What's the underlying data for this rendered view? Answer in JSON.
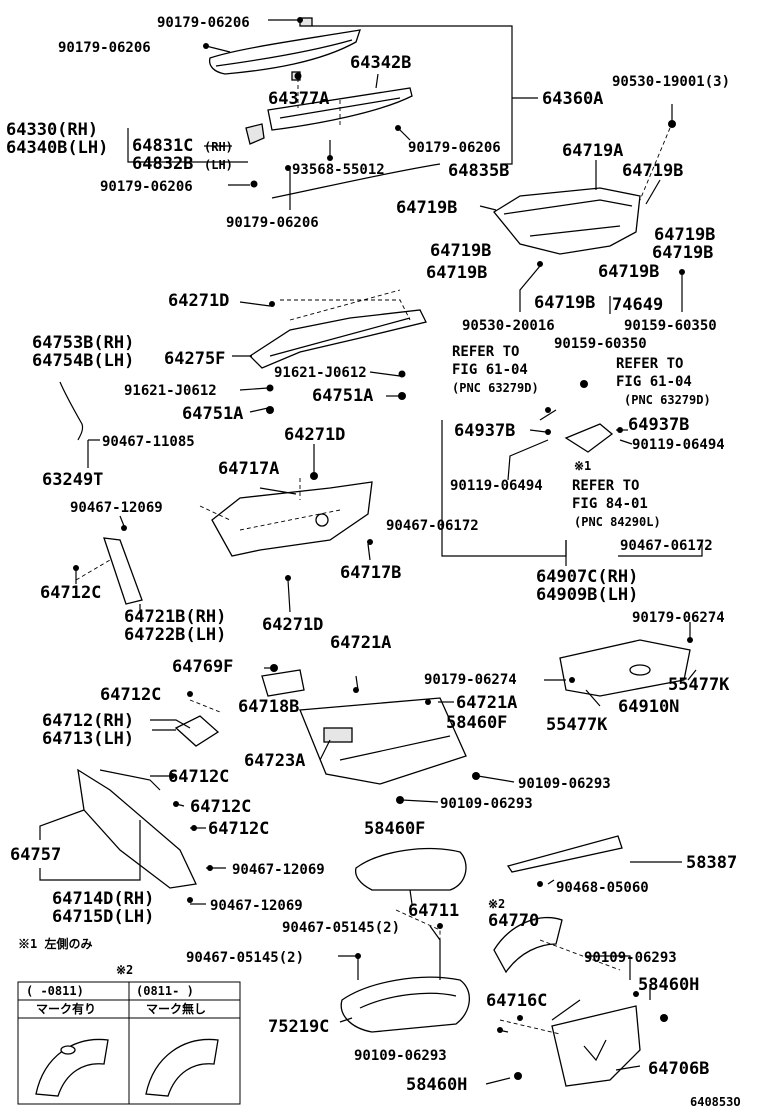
{
  "labels": {
    "l1": "90179-06206",
    "l2": "90179-06206",
    "l3": "64342B",
    "l4": "64377A",
    "l5": "64360A",
    "l6": "90530-19001(3)",
    "l7": "64330(RH)",
    "l8": "64340B(LH)",
    "l9": "64831C",
    "l9a": "(RH)",
    "l10": "64832B",
    "l10a": "(LH)",
    "l11": "90179-06206",
    "l12": "93568-55012",
    "l13": "64835B",
    "l14": "90179-06206",
    "l15": "90179-06206",
    "l16": "64719A",
    "l17": "64719B",
    "l18": "64719B",
    "l19": "64719B",
    "l20": "64719B",
    "l21": "64719B",
    "l22": "64719B",
    "l23": "64719B",
    "l24": "64719B",
    "l25": "74649",
    "l26": "90530-20016",
    "l27": "90159-60350",
    "l28": "90159-60350",
    "l29": "64271D",
    "l30": "64275F",
    "l31": "91621-J0612",
    "l32": "91621-J0612",
    "l33": "64751A",
    "l34": "64751A",
    "l35": "64753B(RH)",
    "l36": "64754B(LH)",
    "l37": "90467-11085",
    "l38": "63249T",
    "l39a": "REFER TO",
    "l39b": "FIG 61-04",
    "l39c": "(PNC 63279D)",
    "l40a": "REFER TO",
    "l40b": "FIG 61-04",
    "l40c": "(PNC 63279D)",
    "l41": "64937B",
    "l42": "64937B",
    "l43": "90119-06494",
    "l44": "90119-06494",
    "l45": "64271D",
    "l46": "64717A",
    "l47": "90467-12069",
    "l48": "90467-06172",
    "l49": "※1",
    "l50a": "REFER TO",
    "l50b": "FIG 84-01",
    "l50c": "(PNC 84290L)",
    "l51": "90467-06172",
    "l52": "64717B",
    "l53": "64712C",
    "l54": "64721B(RH)",
    "l55": "64722B(LH)",
    "l56": "64271D",
    "l57": "64907C(RH)",
    "l58": "64909B(LH)",
    "l59": "90179-06274",
    "l60": "64721A",
    "l61": "64769F",
    "l62": "90179-06274",
    "l63": "55477K",
    "l64": "64712C",
    "l65": "64718B",
    "l66": "64721A",
    "l67": "64910N",
    "l68": "64712(RH)",
    "l69": "64713(LH)",
    "l70": "58460F",
    "l71": "55477K",
    "l72": "64723A",
    "l73": "64712C",
    "l74": "90109-06293",
    "l75": "64712C",
    "l76": "90109-06293",
    "l77": "64712C",
    "l78": "58460F",
    "l79": "64757",
    "l80": "90467-12069",
    "l81": "58387",
    "l82": "64714D(RH)",
    "l83": "64715D(LH)",
    "l84": "90467-12069",
    "l85": "90468-05060",
    "l86": "64711",
    "l87": "※2",
    "l88": "64770",
    "l89": "※1 左側のみ",
    "l90": "90467-05145(2)",
    "l91": "90467-05145(2)",
    "l92": "90109-06293",
    "l93": "※2",
    "l94": "58460H",
    "l95": "64716C",
    "l96": "75219C",
    "l97": "64706B",
    "l98": "90109-06293",
    "l99": "58460H",
    "l100": "640853O"
  },
  "table": {
    "col1_period": "(    -0811)",
    "col2_period": "(0811-    )",
    "col1_label": "マーク有り",
    "col2_label": "マーク無し"
  }
}
